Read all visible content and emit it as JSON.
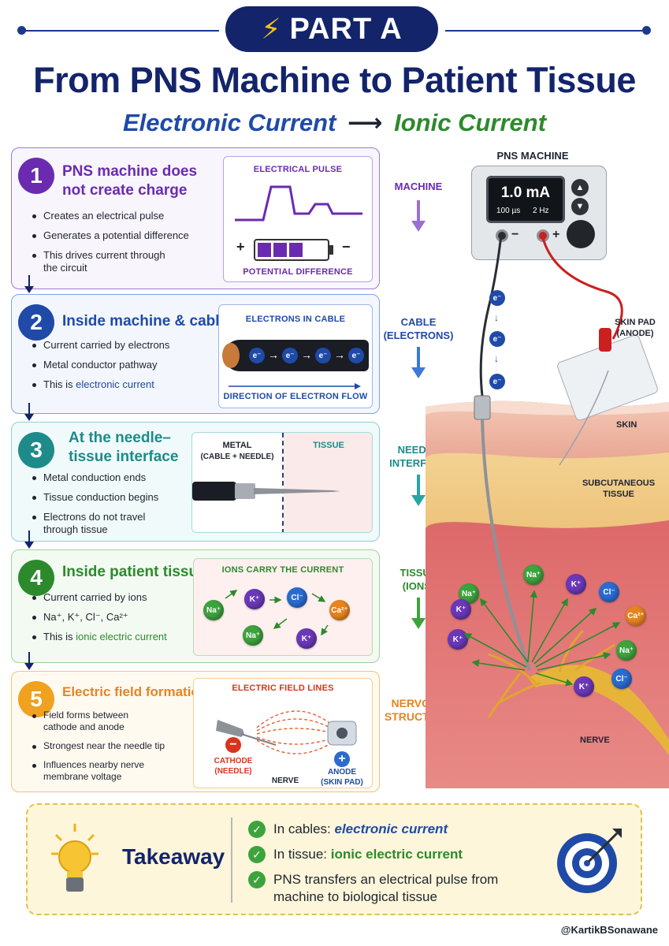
{
  "header": {
    "badge": "PART A",
    "title": "From PNS Machine to Patient Tissue",
    "subtitle_left": "Electronic Current",
    "subtitle_arrow": "⟶",
    "subtitle_right": "Ionic Current"
  },
  "colors": {
    "navy": "#13246b",
    "purple": "#6a2bb0",
    "blue": "#1f4aa8",
    "teal": "#1e8a8a",
    "green": "#2c8a2c",
    "orange": "#e8841f"
  },
  "steps": [
    {
      "number": "1",
      "title": "PNS machine does not create charge",
      "title_line1": "PNS machine does",
      "title_line2": "not create charge",
      "bullets": [
        "Creates an electrical pulse",
        "Generates a potential difference",
        "This drives current through the circuit"
      ],
      "bullet3_line1": "This drives current through",
      "bullet3_line2": "the circuit",
      "inset_title": "ELECTRICAL PULSE",
      "inset_caption": "POTENTIAL DIFFERENCE",
      "plus": "+",
      "minus": "−"
    },
    {
      "number": "2",
      "title": "Inside machine & cables",
      "bullets": [
        "Current carried by electrons",
        "Metal conductor pathway"
      ],
      "bullet3_prefix": "This is ",
      "bullet3_highlight": "electronic current",
      "inset_title": "ELECTRONS IN CABLE",
      "inset_caption": "DIRECTION OF ELECTRON FLOW",
      "electron": "e⁻"
    },
    {
      "number": "3",
      "title_line1": "At the needle–",
      "title_line2": "tissue interface",
      "bullets": [
        "Metal conduction ends",
        "Tissue conduction begins"
      ],
      "bullet3_line1": "Electrons do not travel",
      "bullet3_line2": "through tissue",
      "inset_left_title": "METAL",
      "inset_left_sub": "(CABLE + NEEDLE)",
      "inset_right_title": "TISSUE"
    },
    {
      "number": "4",
      "title": "Inside patient tissue",
      "bullets": [
        "Current carried by ions",
        "Na⁺, K⁺, Cl⁻, Ca²⁺"
      ],
      "bullet3_prefix": "This is ",
      "bullet3_highlight": "ionic electric current",
      "inset_title": "IONS CARRY THE CURRENT",
      "ions": [
        "Na⁺",
        "K⁺",
        "Cl⁻",
        "Ca²⁺",
        "Na⁺",
        "K⁺"
      ]
    },
    {
      "number": "5",
      "title": "Electric field formation",
      "bullet1_line1": "Field forms between",
      "bullet1_line2": "cathode and anode",
      "bullet2": "Strongest near the needle tip",
      "bullet3_line1": "Influences nearby nerve",
      "bullet3_line2": "membrane voltage",
      "inset_title": "ELECTRIC FIELD LINES",
      "cathode_line1": "CATHODE",
      "cathode_line2": "(NEEDLE)",
      "anode_line1": "ANODE",
      "anode_line2": "(SKIN PAD)",
      "nerve": "NERVE",
      "minus_sign": "−",
      "plus_sign": "+"
    }
  ],
  "flow": [
    {
      "line1": "MACHINE",
      "line2": ""
    },
    {
      "line1": "CABLE",
      "line2": "(ELECTRONS)"
    },
    {
      "line1": "NEEDLE",
      "line2": "INTERFACE"
    },
    {
      "line1": "TISSUE",
      "line2": "(IONS)"
    },
    {
      "line1": "NERVOUS",
      "line2": "STRUCTURE"
    }
  ],
  "illustration": {
    "machine_label": "PNS MACHINE",
    "display_main": "1.0 mA",
    "display_sub1": "100 µs",
    "display_sub2": "2 Hz",
    "minus": "−",
    "plus": "+",
    "skin_pad_line1": "SKIN PAD",
    "skin_pad_line2": "(ANODE)",
    "skin": "SKIN",
    "subcut_line1": "SUBCUTANEOUS",
    "subcut_line2": "TISSUE",
    "nerve": "NERVE",
    "electron": "e⁻",
    "ion_na": "Na⁺",
    "ion_k": "K⁺",
    "ion_cl": "Cl⁻",
    "ion_ca": "Ca²⁺"
  },
  "takeaway": {
    "title": "Takeaway",
    "row1_prefix": "In cables: ",
    "row1_highlight": "electronic current",
    "row2_prefix": "In tissue: ",
    "row2_highlight": "ionic electric current",
    "row3_line1": "PNS transfers an electrical pulse from",
    "row3_line2": "machine to biological tissue",
    "check": "✓"
  },
  "credit": "@KartikBSonawane"
}
